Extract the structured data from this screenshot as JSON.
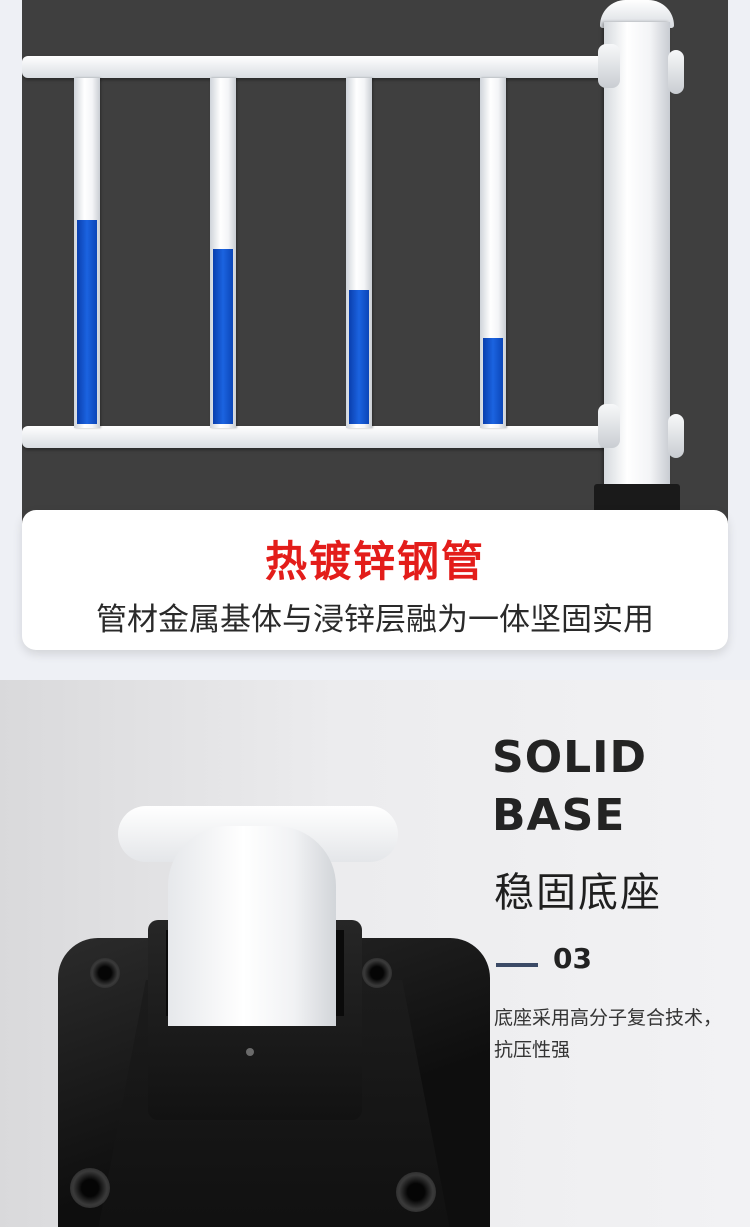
{
  "section1": {
    "title": "热镀锌钢管",
    "subtitle": "管材金属基体与浸锌层融为一体坚固实用",
    "colors": {
      "title": "#e31d1a",
      "photo_bg": "#3f3f3f",
      "bar_blue": "#1b63e0"
    }
  },
  "section2": {
    "title_en_line1": "SOLID",
    "title_en_line2": "BASE",
    "title_zh": "稳固底座",
    "number": "03",
    "description": "底座采用高分子复合技术，抗压性强",
    "colors": {
      "accent_line": "#3b4a66",
      "base": "#111111"
    }
  }
}
